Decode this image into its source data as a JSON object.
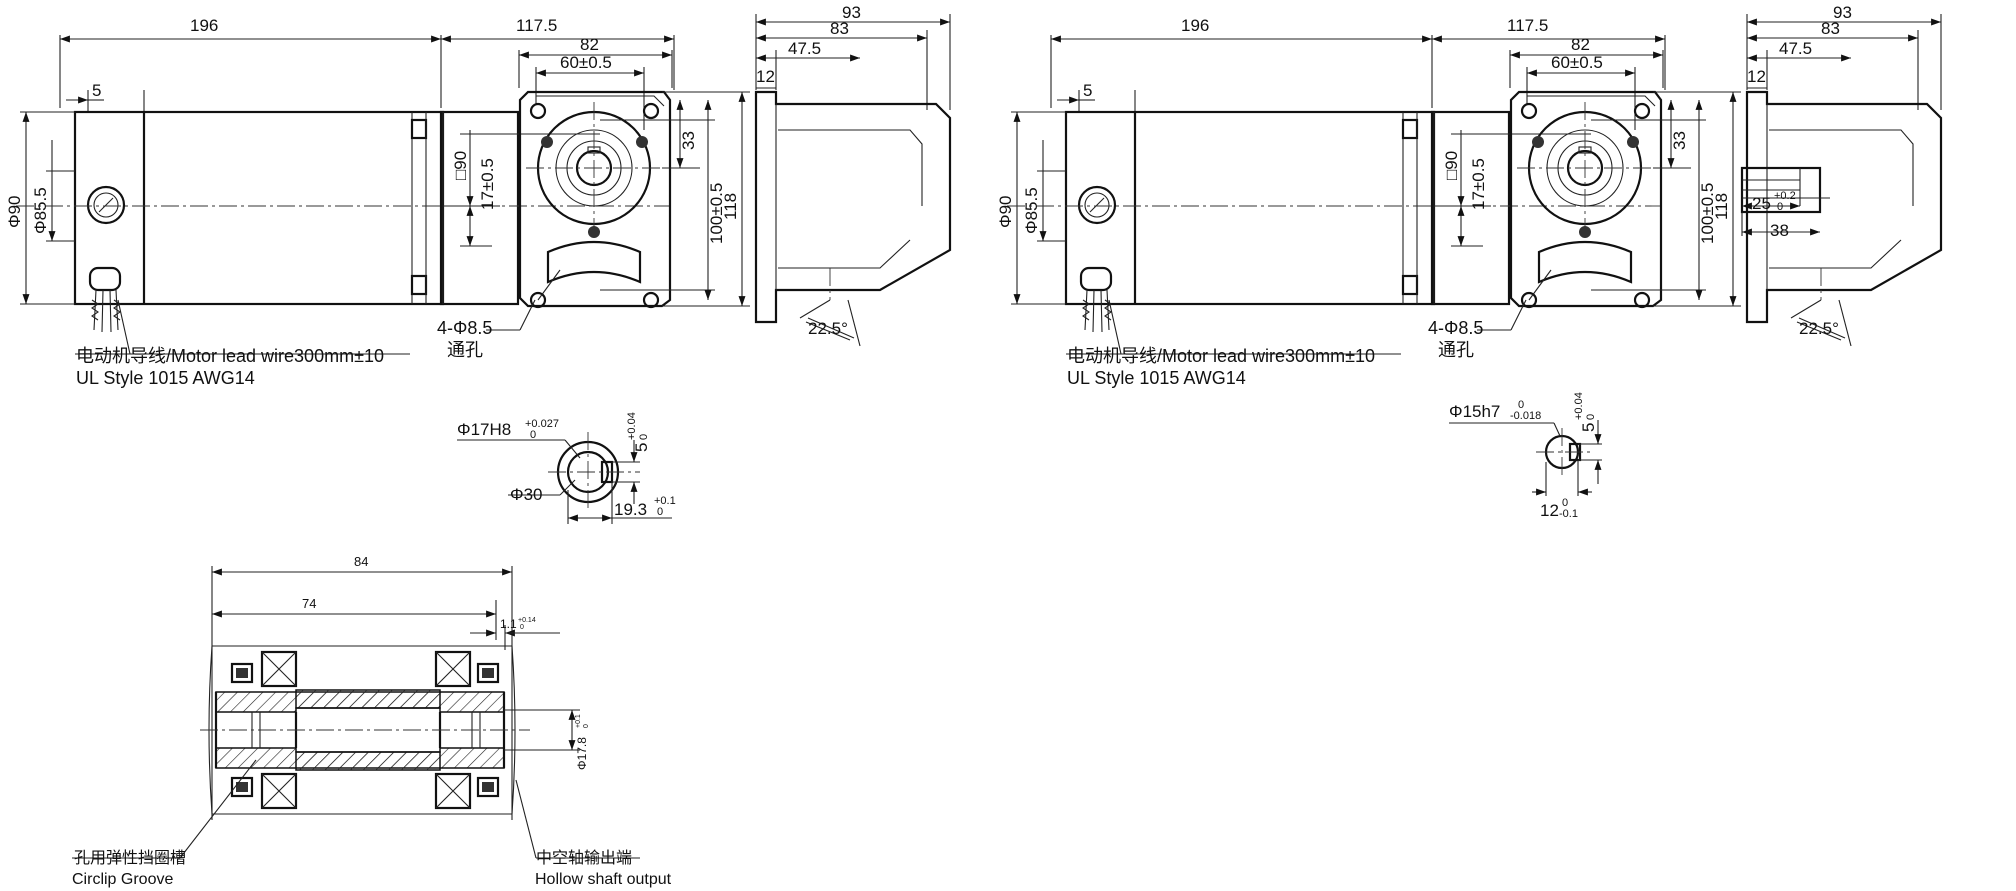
{
  "left_view": {
    "dims": {
      "motor_length": "196",
      "gearbox_length": "117.5",
      "gear_width": "82",
      "hole_spacing": "60±0.5",
      "side_width": "93",
      "side_83": "83",
      "side_47": "47.5",
      "side_12": "12",
      "step": "5",
      "phi90": "Φ90",
      "phi85": "Φ85.5",
      "square90": "□90",
      "offset17": "17±0.5",
      "d33": "33",
      "d100": "100±0.5",
      "d118": "118",
      "angle": "22.5°",
      "holes": "4-Φ8.5",
      "through": "通孔"
    },
    "lead_wire": "电动机导线/Motor lead wire300mm±10",
    "lead_style": "UL Style 1015 AWG14",
    "bore": {
      "bore_label": "Φ17H8",
      "bore_tol_upper": "+0.027",
      "bore_tol_lower": "0",
      "key_width": "5",
      "key_tol_upper": "+0.04",
      "key_tol_lower": "0",
      "outer_label": "Φ30",
      "depth_label": "19.3",
      "depth_tol_upper": "+0.1",
      "depth_tol_lower": "0"
    }
  },
  "right_view": {
    "dims": {
      "motor_length": "196",
      "gearbox_length": "117.5",
      "gear_width": "82",
      "hole_spacing": "60±0.5",
      "side_width": "93",
      "side_83": "83",
      "side_47": "47.5",
      "side_12": "12",
      "step": "5",
      "phi90": "Φ90",
      "phi85": "Φ85.5",
      "square90": "□90",
      "offset17": "17±0.5",
      "d33": "33",
      "d100": "100±0.5",
      "d118": "118",
      "angle": "22.5°",
      "holes": "4-Φ8.5",
      "through": "通孔",
      "shaft_key": "25",
      "shaft_key_tol_upper": "+0.2",
      "shaft_key_tol_lower": "0",
      "shaft_len": "38"
    },
    "lead_wire": "电动机导线/Motor lead wire300mm±10",
    "lead_style": "UL Style 1015 AWG14",
    "shaft": {
      "shaft_label": "Φ15h7",
      "shaft_tol_upper": "0",
      "shaft_tol_lower": "-0.018",
      "key_width": "5",
      "key_tol_upper": "+0.04",
      "key_tol_lower": "0",
      "key_depth": "12",
      "key_depth_tol_upper": "0",
      "key_depth_tol_lower": "-0.1"
    }
  },
  "section": {
    "total_len": "84",
    "inner_len": "74",
    "groove": "1.1",
    "groove_tol_upper": "+0.14",
    "groove_tol_lower": "0",
    "groove_dia": "Φ17.8",
    "groove_dia_tol_upper": "+0.1",
    "groove_dia_tol_lower": "0",
    "circlip_cn": "孔用弹性挡圈槽",
    "circlip_en": "Circlip Groove",
    "hollow_cn": "中空轴输出端",
    "hollow_en": "Hollow shaft output"
  }
}
